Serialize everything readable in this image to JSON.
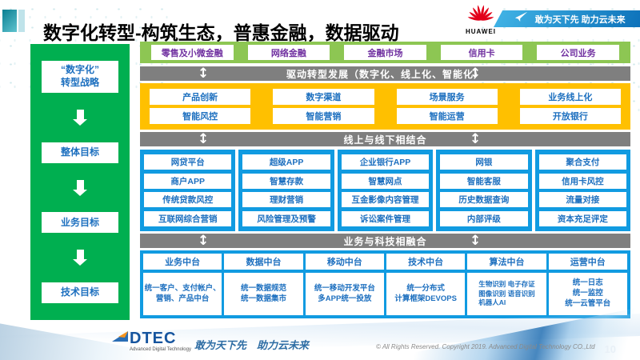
{
  "header": {
    "title": "数字化转型-构筑生态，普惠金融，数据驱动",
    "brand": "HUAWEI",
    "slogan": "敢为天下先 助力云未来"
  },
  "strategy_panel": {
    "items": [
      "“数字化”\n转型战略",
      "整体目标",
      "业务目标",
      "技术目标"
    ]
  },
  "business_row": [
    "零售及小微金融",
    "网络金融",
    "金融市场",
    "信用卡",
    "公司业务"
  ],
  "banners": {
    "drive": "驱动转型发展（数字化、线上化、智能化）",
    "online_offline": "线上与线下相结合",
    "tech_fusion": "业务与科技相融合"
  },
  "capability_grid": {
    "rows": [
      [
        "产品创新",
        "数字渠道",
        "场景服务",
        "业务线上化"
      ],
      [
        "智能风控",
        "智能营销",
        "智能运营",
        "开放银行"
      ]
    ]
  },
  "platform_grid": {
    "columns": [
      [
        "网贷平台",
        "商户APP",
        "传统贷款风控",
        "互联网综合营销"
      ],
      [
        "超级APP",
        "智慧存款",
        "理财营销",
        "风险管理及预警"
      ],
      [
        "企业银行APP",
        "智慧网点",
        "互金影像内容管理",
        "诉讼案件管理"
      ],
      [
        "网银",
        "智能客服",
        "历史数据查询",
        "内部评级"
      ],
      [
        "聚合支付",
        "信用卡风控",
        "流量对接",
        "资本充足评定"
      ]
    ]
  },
  "middle_platforms": [
    {
      "title": "业务中台",
      "body": "统一客户、支付帐户、营销、产品中台"
    },
    {
      "title": "数据中台",
      "body": "统一数据规范\n统一数据集市"
    },
    {
      "title": "移动中台",
      "body": "统一移动开发平台\n多APP统一投放"
    },
    {
      "title": "技术中台",
      "body": "统一分布式\n计算框架DEVOPS"
    },
    {
      "title": "算法中台",
      "body": "生物识别 电子存证\n图像识别 语音识别\n机器人AI"
    },
    {
      "title": "运营中台",
      "body": "统一日志\n统一监控\n统一云管平台"
    }
  ],
  "footer": {
    "logo": "DTEC",
    "logo_sub": "Advanced Digital Technology",
    "slogan": "敢为天下先　助力云未来",
    "copyright": "© All Rights Reserved. Copyright 2019. Advanced Digital Technology CO.,Ltd",
    "page": "10"
  },
  "icons": {
    "updown_arrow": "↕"
  },
  "colors": {
    "sidebar_green": "#00AF50",
    "row_green": "#8DC653",
    "banner_gray": "#7F7F7F",
    "panel_yellow": "#FFC000",
    "panel_blue": "#119BE1",
    "text_blue": "#1C6FBF",
    "text_purple": "#7030A0",
    "huawei_red": "#E2001A",
    "ribbon_blue": "#0B6FB8"
  }
}
